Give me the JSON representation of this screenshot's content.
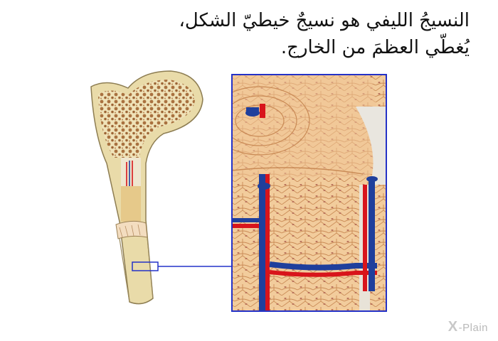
{
  "caption": {
    "line1": "النسيجُ الليفي هو نسيجٌ خيطيّ الشكل،",
    "line2": "يُغطّي العظمَ من الخارج."
  },
  "brand": {
    "mark": "X",
    "text": "-Plain"
  },
  "colors": {
    "bone": "#e8d9a8",
    "spongy": "#b07a45",
    "artery": "#d8141b",
    "vein": "#1f3f9c",
    "callout": "#2432c8",
    "tissue": "#f3cfa0"
  },
  "icons": [
    "femur-bone-illustration",
    "fibrous-tissue-magnified-view",
    "callout-box"
  ]
}
